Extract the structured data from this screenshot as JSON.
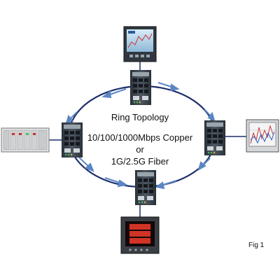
{
  "diagram": {
    "title": "Ring Topology",
    "line1": "10/100/1000Mbps Copper",
    "line2": "or",
    "line3": "1G/2.5G Fiber",
    "figure_label": "Fig 1",
    "colors": {
      "ring": "#1d2f6b",
      "arrows": "#5b86c4",
      "switch_body": "#3c4650",
      "switch_port": "#1a1e24",
      "led": "#48c060"
    },
    "icons": [
      "top-monitor-hmi-icon",
      "right-chart-recorder-icon",
      "bottom-power-meter-icon",
      "left-plc-rack-icon",
      "ethernet-switch-icon"
    ]
  }
}
